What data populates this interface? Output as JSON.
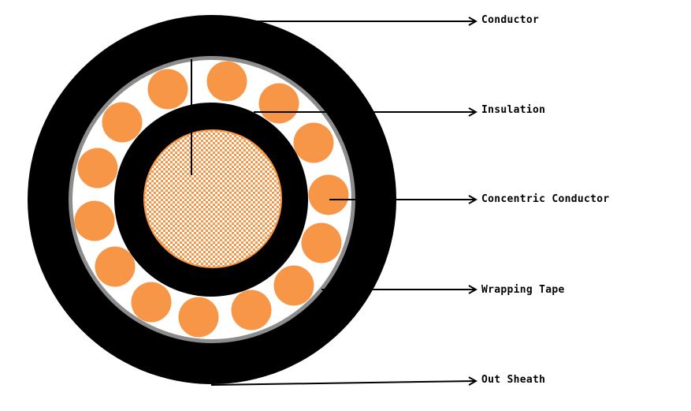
{
  "labels": {
    "conductor": "Conductor",
    "insulation": "Insulation",
    "concentric_conductor": "Concentric Conductor",
    "wrapping_tape": "Wrapping Tape",
    "out_sheath": "Out Sheath"
  },
  "colors": {
    "sheath": "#000000",
    "copper": "#f79646",
    "tape": "#8c8c8c",
    "background": "#ffffff"
  },
  "concentric_wire_count": 14
}
